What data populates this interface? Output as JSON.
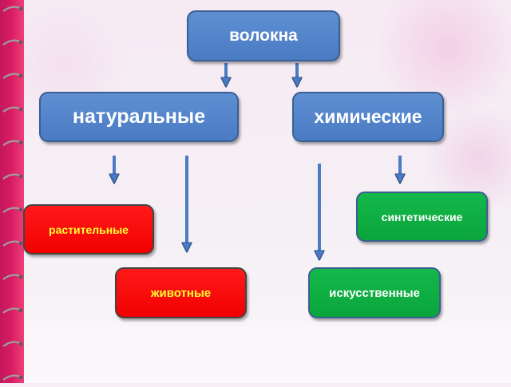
{
  "diagram": {
    "root": {
      "label": "волокна",
      "color": "#4a7bc4"
    },
    "natural": {
      "label": "натуральные",
      "color": "#4a7bc4"
    },
    "chemical": {
      "label": "химические",
      "color": "#4a7bc4"
    },
    "plant": {
      "label": "растительные",
      "color": "#f20000",
      "text_color": "#ffff33"
    },
    "animal": {
      "label": "животные",
      "color": "#f20000",
      "text_color": "#ffff33"
    },
    "synthetic": {
      "label": "синтетические",
      "color": "#0aa53c"
    },
    "artificial": {
      "label": "искусственные",
      "color": "#0aa53c"
    }
  },
  "decor": {
    "spiral_binding_color": "#d81b60",
    "arrow_color": "#4a7bc4"
  }
}
